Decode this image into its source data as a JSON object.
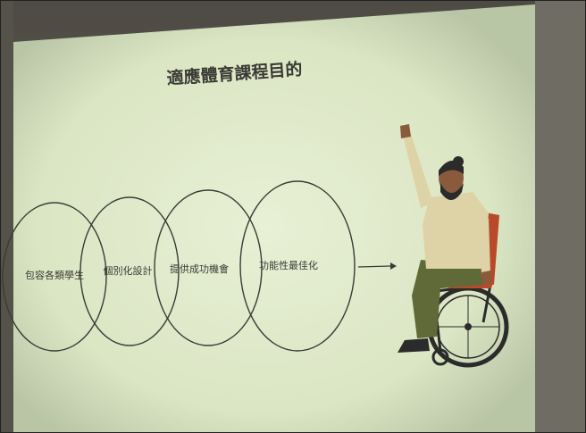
{
  "slide": {
    "title": "適應體育課程目的",
    "circles": [
      {
        "label": "包容各類學生"
      },
      {
        "label": "個別化設計"
      },
      {
        "label": "提供成功機會"
      },
      {
        "label": "功能性最佳化"
      }
    ]
  },
  "colors": {
    "projection": "#dfe8c8",
    "outline": "#3b3b36",
    "skin": "#8a5a3c",
    "shirt": "#ddd3a6",
    "pants": "#5f6a38",
    "wheel": "#2b2b2b",
    "cushion": "#b84a2a"
  },
  "illustration": {
    "icon": "person-in-wheelchair-raising-hand"
  }
}
